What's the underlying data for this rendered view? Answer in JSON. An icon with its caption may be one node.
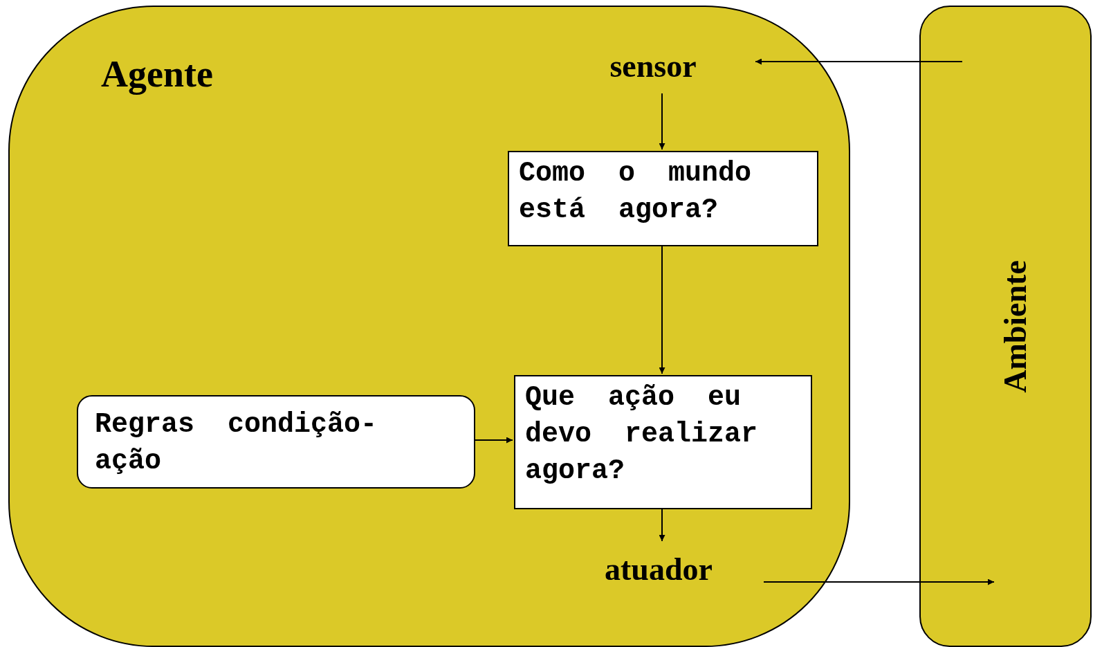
{
  "diagram": {
    "nodes": [
      {
        "text": [
          "Agente"
        ]
      },
      {
        "text": [
          "sensor"
        ],
        "in": 0
      },
      {
        "text": [
          "Como o mundo está agora?"
        ],
        "in": 0
      },
      {
        "text": [
          "Regras condição-ação"
        ],
        "in": 0
      },
      {
        "text": [
          "Que ação eu devo realizar agora?"
        ],
        "in": 0
      },
      {
        "text": [
          "atuador"
        ],
        "in": 0
      },
      {
        "text": [
          "Ambiente"
        ]
      }
    ],
    "edges": [
      {
        "from": 6,
        "to": 1,
        "arrow": "to"
      },
      {
        "from": 1,
        "to": 2,
        "arrow": "to"
      },
      {
        "from": 2,
        "to": 4,
        "arrow": "to"
      },
      {
        "from": 3,
        "to": 4,
        "arrow": "to"
      },
      {
        "from": 4,
        "to": 5,
        "arrow": "to"
      },
      {
        "from": 5,
        "to": 6,
        "arrow": "to"
      }
    ]
  }
}
